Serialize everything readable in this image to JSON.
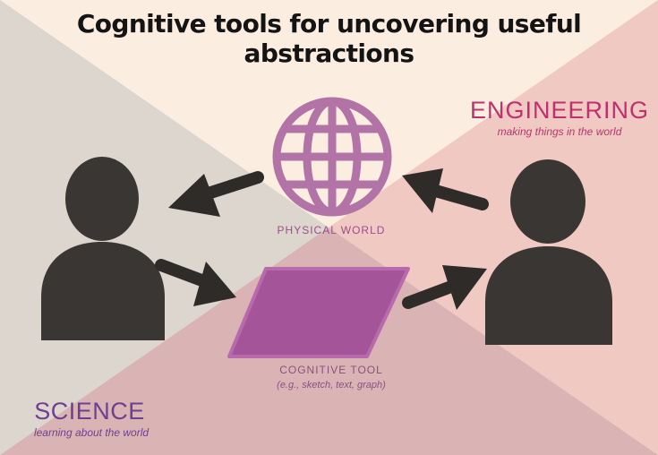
{
  "title": "Cognitive tools for uncovering useful abstractions",
  "engineering": {
    "heading": "ENGINEERING",
    "subtitle": "making things in the world"
  },
  "science": {
    "heading": "SCIENCE",
    "subtitle": "learning about the world"
  },
  "physical_world": {
    "label": "PHYSICAL WORLD",
    "icon": "globe-icon"
  },
  "cognitive_tool": {
    "label": "COGNITIVE TOOL",
    "examples": "(e.g., sketch, text, graph)",
    "icon": "parallelogram-sheet"
  },
  "colors": {
    "engineering": "#c0306e",
    "science": "#6f3f8f",
    "globe": "#b274a6",
    "tool": "#a4559a",
    "person": "#3a3634",
    "arrow": "#2f2b29"
  }
}
